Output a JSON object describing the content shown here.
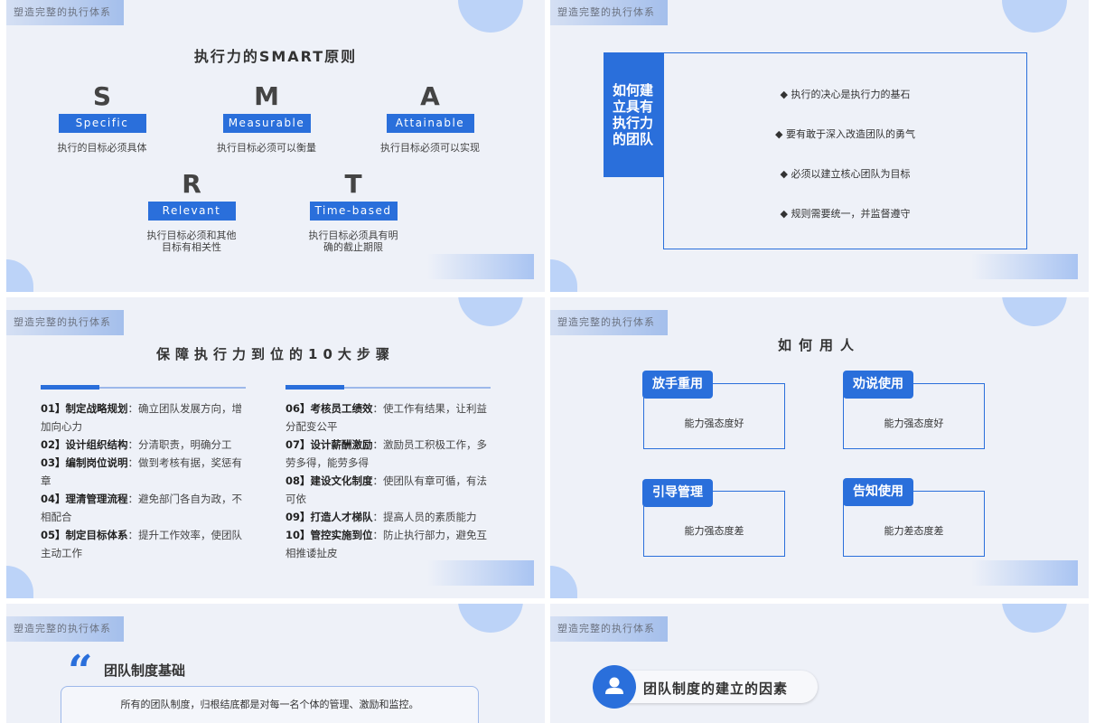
{
  "header_tag": "塑造完整的执行体系",
  "slide1": {
    "title": "执行力的SMART原则",
    "items": [
      {
        "letter": "S",
        "label": "Specific",
        "desc": "执行的目标必须具体"
      },
      {
        "letter": "M",
        "label": "Measurable",
        "desc": "执行目标必须可以衡量"
      },
      {
        "letter": "A",
        "label": "Attainable",
        "desc": "执行目标必须可以实现"
      },
      {
        "letter": "R",
        "label": "Relevant",
        "desc": "执行目标必须和其他目标有相关性"
      },
      {
        "letter": "T",
        "label": "Time-based",
        "desc": "执行目标必须具有明确的截止期限"
      }
    ]
  },
  "slide2": {
    "label": "如何建立具有执行力的团队",
    "items": [
      "◆ 执行的决心是执行力的基石",
      "◆ 要有敢于深入改造团队的勇气",
      "◆ 必须以建立核心团队为目标",
      "◆ 规则需要统一，并监督遵守"
    ]
  },
  "slide3": {
    "title": "保障执行力到位的10大步骤",
    "left": [
      {
        "num": "01】",
        "name": "制定战略规划",
        "text": "：确立团队发展方向，增加向心力"
      },
      {
        "num": "02】",
        "name": "设计组织结构",
        "text": "：分清职责，明确分工"
      },
      {
        "num": "03】",
        "name": "编制岗位说明",
        "text": "：做到考核有据，奖惩有章"
      },
      {
        "num": "04】",
        "name": "理清管理流程",
        "text": "：避免部门各自为政，不相配合"
      },
      {
        "num": "05】",
        "name": "制定目标体系",
        "text": "：提升工作效率，使团队主动工作"
      }
    ],
    "right": [
      {
        "num": "06】",
        "name": "考核员工绩效",
        "text": "：使工作有结果，让利益分配变公平"
      },
      {
        "num": "07】",
        "name": "设计薪酬激励",
        "text": "：激励员工积极工作，多劳多得，能劳多得"
      },
      {
        "num": "08】",
        "name": "建设文化制度",
        "text": "：使团队有章可循，有法可依"
      },
      {
        "num": "09】",
        "name": "打造人才梯队",
        "text": "：提高人员的素质能力"
      },
      {
        "num": "10】",
        "name": "管控实施到位",
        "text": "：防止执行部力，避免互相推诿扯皮"
      }
    ]
  },
  "slide4": {
    "title": "如何用人",
    "cards": [
      {
        "badge": "放手重用",
        "text": "能力强态度好"
      },
      {
        "badge": "劝说使用",
        "text": "能力强态度好"
      },
      {
        "badge": "引导管理",
        "text": "能力强态度差"
      },
      {
        "badge": "告知使用",
        "text": "能力差态度差"
      }
    ]
  },
  "slide5": {
    "quote": "“",
    "heading": "团队制度基础",
    "text": "所有的团队制度，归根结底都是对每一名个体的管理、激励和监控。"
  },
  "slide6": {
    "heading": "团队制度的建立的因素",
    "icon": "user-icon"
  },
  "colors": {
    "accent": "#2a6fdb",
    "background": "#eef1f8",
    "light_blue": "#bcd3f8"
  }
}
